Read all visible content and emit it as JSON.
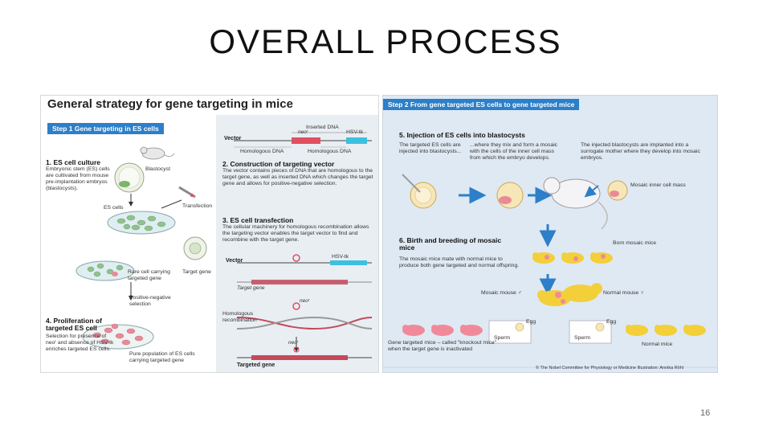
{
  "slide": {
    "title": "OVERALL PROCESS",
    "page_number": "16"
  },
  "left_panel": {
    "title": "General strategy for gene targeting in mice",
    "step1_tab": "Step 1  Gene targeting in ES cells",
    "sec1_title": "1.  ES cell culture",
    "sec1_text": "Embryonic stem (ES) cells are cultivated from mouse pre-implantation embryos (blastocysts).",
    "label_blastocyst": "Blastocyst",
    "label_es_cells": "ES cells",
    "label_transfection": "Transfection",
    "vector_label": "Vector",
    "inserted_dna": "Inserted DNA",
    "neo_label": "neoʳ",
    "hsv_tk_label": "HSV-tk",
    "homologous_dna_1": "Homologous DNA",
    "homologous_dna_2": "Homologous DNA",
    "sec2_title": "2.  Construction of targeting vector",
    "sec2_text": "The vector contains pieces of DNA that are homologous to the target gene, as well as inserted DNA which changes the target gene and allows for positive-negative selection.",
    "sec3_title": "3.  ES cell transfection",
    "sec3_text": "The cellular machinery for homologous recombination allows the targeting vector enables the target vector to find and recombine with the target gene.",
    "vector_label_2": "Vector",
    "hsv_tk_label_2": "HSV-tk",
    "target_gene_label": "Target gene",
    "target_gene_label_2": "Target gene",
    "rare_cell": "Rare cell carrying targeted gene",
    "positive_negative": "Positive-negative selection",
    "neo_label_2": "neoʳ",
    "neo_label_3": "neoʳ",
    "homologous_recombination": "Homologous recombination",
    "sec4_title": "4.  Proliferation of targeted ES cell",
    "sec4_text": "Selection for presence of neoʳ and absence of HSV-tk enriches targeted ES cells.",
    "pure_population": "Pure population of ES cells carrying targeted gene",
    "targeted_gene_label": "Targeted gene"
  },
  "right_panel": {
    "step2_tab": "Step 2  From gene targeted ES cells to gene targeted mice",
    "sec5_title": "5.  Injection of ES  cells into blastocysts",
    "sec5_text_a": "The targeted ES cells are injected into blastocysts...",
    "sec5_text_b": "...where they mix and form a mosaic with the cells of the inner cell mass from which the embryo develops.",
    "sec5_text_c": "The injected blastocysts are implanted into a surrogate mother where they develop into mosaic embryos.",
    "mosaic_inner": "Mosaic inner cell mass",
    "sec6_title": "6.  Birth and breeding of mosaic mice",
    "sec6_text": "The mosaic mice mate with normal mice to produce both gene targeted and normal offspring.",
    "born_mosaic": "Born mosaic mice",
    "mosaic_mouse": "Mosaic mouse ♂",
    "normal_mouse_f": "Normal mouse ♀",
    "egg_1": "Egg",
    "egg_2": "Egg",
    "sperm_1": "Sperm",
    "sperm_2": "Sperm",
    "knockout_text": "Gene targeted mice – called \"knockout mice\" when the target gene is inactivated",
    "normal_mice": "Normal mice",
    "credit": "© The Nobel Committee for Physiology or Medicine    Illustration: Annika Röhl"
  },
  "colors": {
    "step_tab_blue": "#2c7fc8",
    "mouse_pink": "#f08a9a",
    "mouse_yellow": "#f3cf3a",
    "neo_red": "#e05060",
    "hsv_cyan": "#3cc0e0"
  }
}
